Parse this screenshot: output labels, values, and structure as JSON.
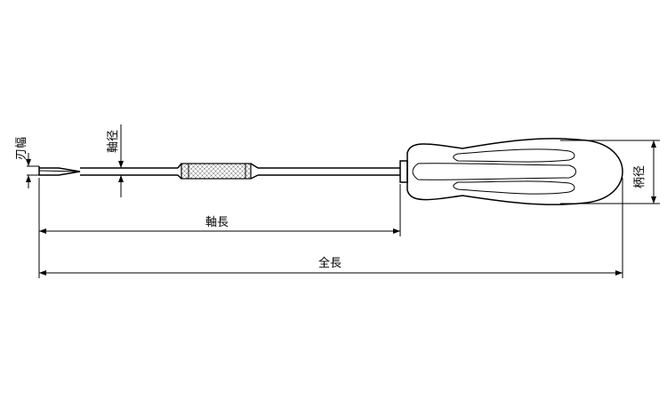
{
  "labels": {
    "blade_width": "刃幅",
    "shaft_diameter": "軸径",
    "shaft_length": "軸長",
    "overall_length": "全長",
    "handle_diameter": "柄径"
  }
}
